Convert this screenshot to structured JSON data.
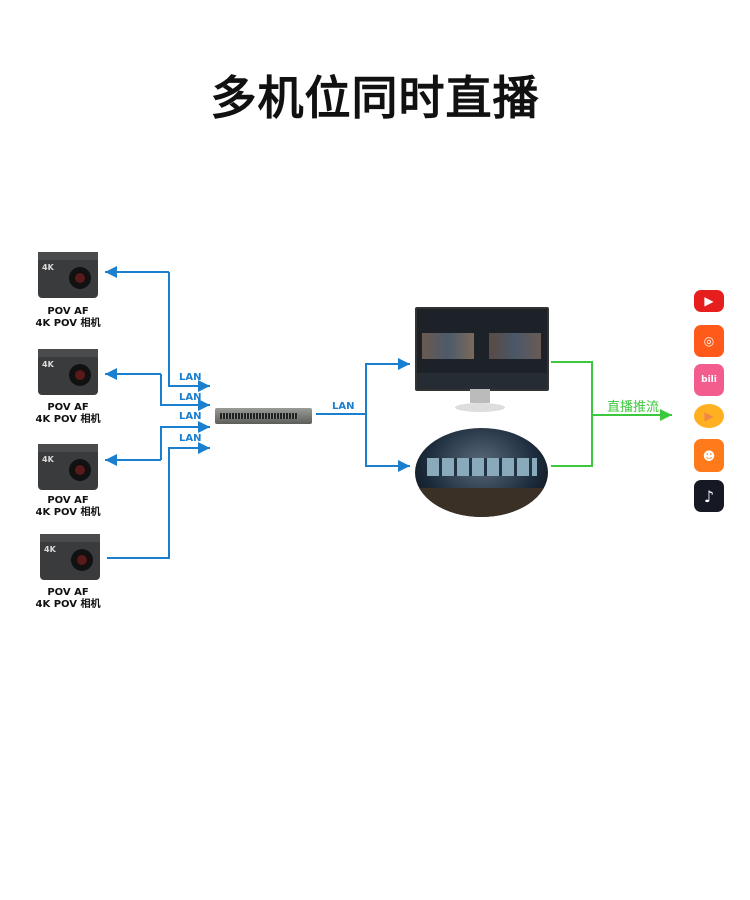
{
  "title": "多机位同时直播",
  "cameras": [
    {
      "line1": "POV AF",
      "line2": "4K POV 相机",
      "badge": "4K"
    },
    {
      "line1": "POV AF",
      "line2": "4K POV 相机",
      "badge": "4K"
    },
    {
      "line1": "POV AF",
      "line2": "4K POV 相机",
      "badge": "4K"
    },
    {
      "line1": "POV AF",
      "line2": "4K POV 相机",
      "badge": "4K"
    }
  ],
  "lan_labels": [
    "LAN",
    "LAN",
    "LAN",
    "LAN",
    "LAN"
  ],
  "stream_label": "直播推流",
  "platforms": [
    "youtube-icon",
    "kuaishou-icon",
    "bilibili-icon",
    "huya-icon",
    "douyu-icon",
    "tiktok-icon"
  ],
  "colors": {
    "lan": "#1a7fcf",
    "stream": "#3cc83c"
  }
}
